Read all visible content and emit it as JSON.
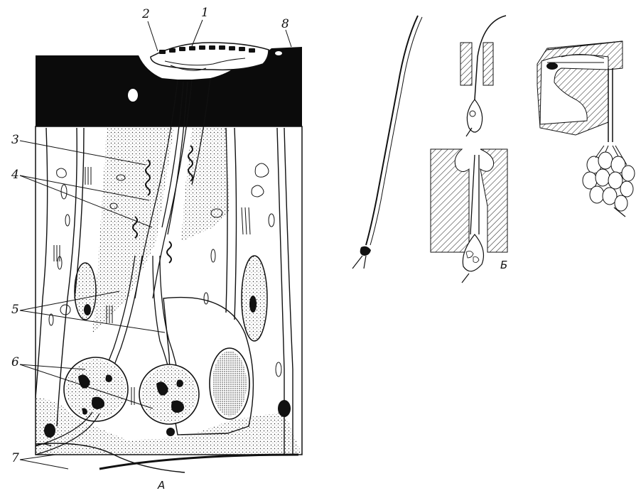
{
  "figure": {
    "panel_a_label": "А",
    "panel_b_label": "Б",
    "labels": {
      "l1": "1",
      "l2": "2",
      "l3": "3",
      "l4": "4",
      "l5": "5",
      "l6": "6",
      "l7": "7",
      "l8": "8"
    }
  },
  "colors": {
    "ink": "#111111",
    "cuticle": "#0b0b0b",
    "paper": "#ffffff"
  }
}
